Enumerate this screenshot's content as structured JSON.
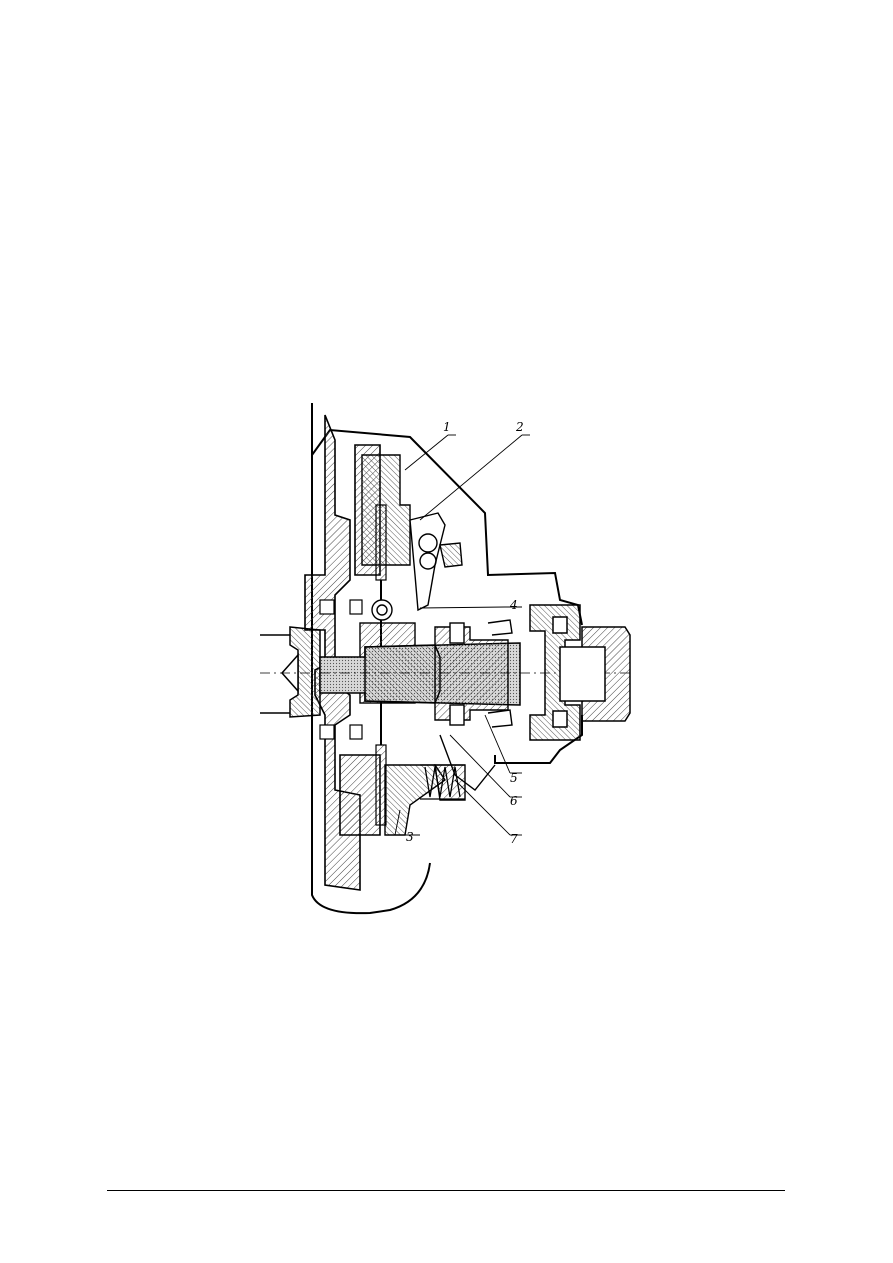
{
  "figure": {
    "callouts": [
      {
        "id": "1",
        "label": "1"
      },
      {
        "id": "2",
        "label": "2"
      },
      {
        "id": "3",
        "label": "3"
      },
      {
        "id": "4",
        "label": "4"
      },
      {
        "id": "5",
        "label": "5"
      },
      {
        "id": "6",
        "label": "6"
      },
      {
        "id": "7",
        "label": "7"
      }
    ]
  },
  "colors": {
    "ink": "#000000",
    "paper": "#ffffff",
    "hatch": "#555555",
    "shade": "#bbbbbb"
  }
}
